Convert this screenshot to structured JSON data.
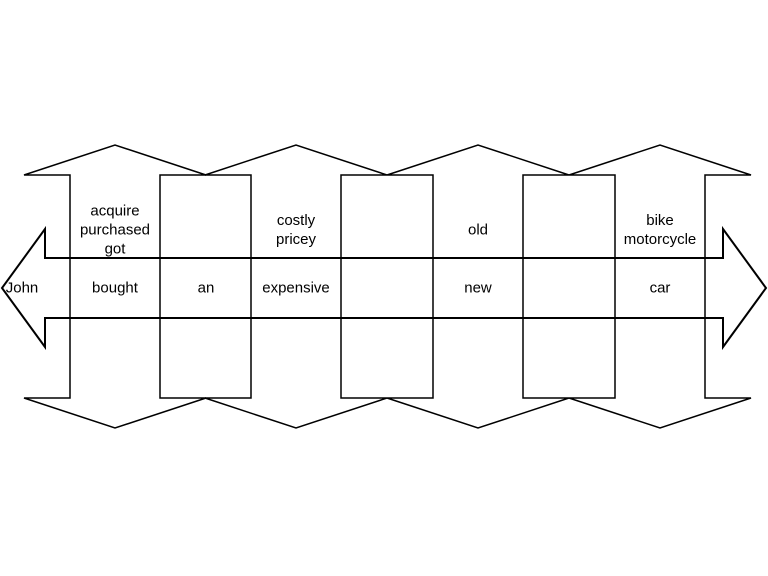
{
  "diagram": {
    "horizontal_axis": {
      "words": [
        "John",
        "bought",
        "an",
        "expensive",
        "new",
        "car"
      ]
    },
    "vertical_axes": [
      {
        "base_word": "bought",
        "alternatives": [
          "acquire",
          "purchased",
          "got"
        ]
      },
      {
        "base_word": "expensive",
        "alternatives": [
          "costly",
          "pricey"
        ]
      },
      {
        "base_word": "new",
        "alternatives": [
          "old"
        ]
      },
      {
        "base_word": "car",
        "alternatives": [
          "bike",
          "motorcycle"
        ]
      }
    ],
    "colors": {
      "background": "#ffffff",
      "stroke": "#000000",
      "text": "#000000"
    }
  }
}
